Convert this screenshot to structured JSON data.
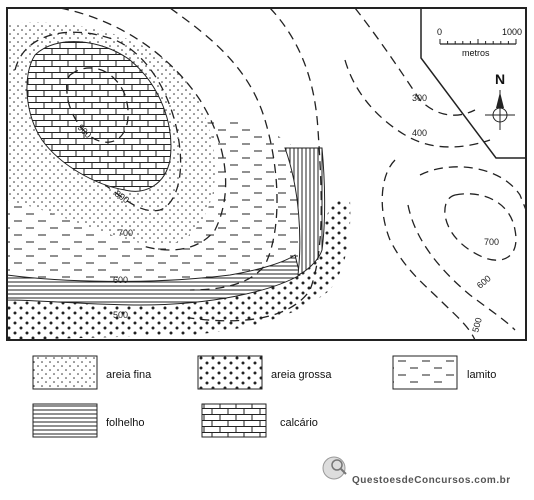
{
  "map": {
    "scale": {
      "start": "0",
      "end": "1000",
      "unit": "metros"
    },
    "north_label": "N",
    "contour_labels": [
      "900",
      "800",
      "700",
      "600",
      "500",
      "300",
      "400",
      "700",
      "600",
      "500"
    ]
  },
  "legend": {
    "items": [
      {
        "key": "areia_fina",
        "label": "areia fina"
      },
      {
        "key": "areia_grossa",
        "label": "areia grossa"
      },
      {
        "key": "lamito",
        "label": "lamito"
      },
      {
        "key": "folhelho",
        "label": "folhelho"
      },
      {
        "key": "calcario",
        "label": "calcário"
      }
    ]
  },
  "watermark": {
    "text": "QuestoesdeConcursos.com.br"
  }
}
